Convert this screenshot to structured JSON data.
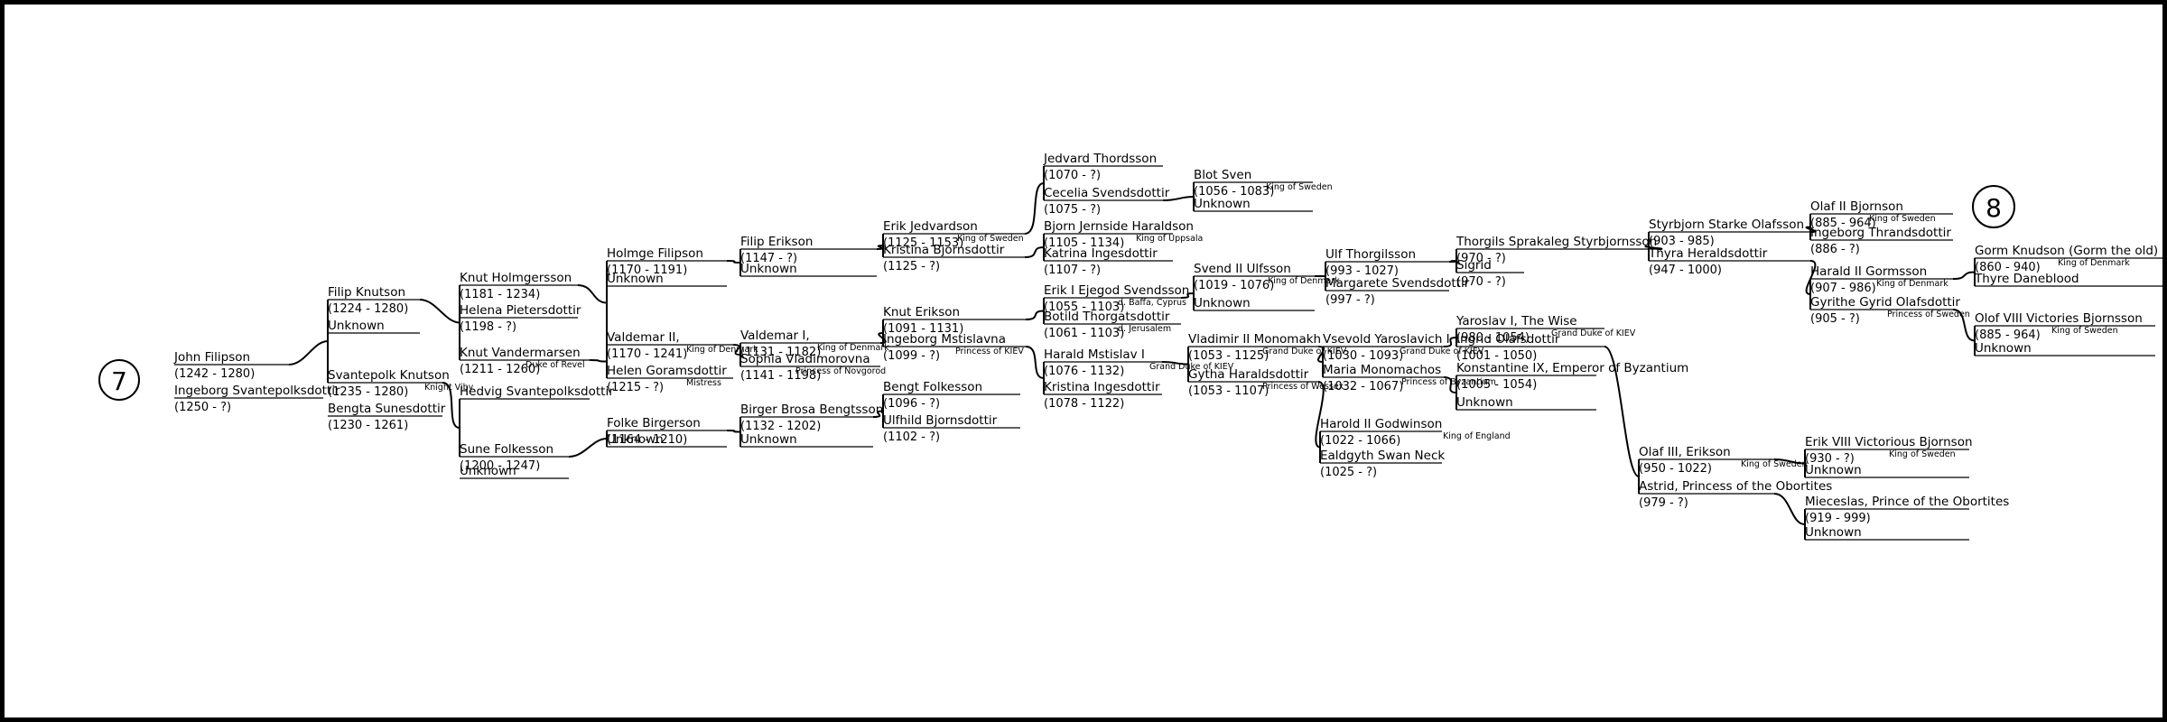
{
  "start_generation": "7",
  "continue_generation": "8",
  "people": [
    {
      "id": "p0",
      "name": "John Filipson",
      "dates": "(1242 - 1280)",
      "note": ""
    },
    {
      "id": "p1",
      "name": "Ingeborg Svantepolksdottir",
      "dates": "(1250 - ?)",
      "note": ""
    },
    {
      "id": "p2",
      "name": "Filip Knutson",
      "dates": "(1224 - 1280)",
      "note": ""
    },
    {
      "id": "p3",
      "name": "Unknown",
      "dates": "",
      "note": ""
    },
    {
      "id": "p4",
      "name": "Svantepolk Knutson",
      "dates": "(1235 - 1280)",
      "note": "Knight Viby"
    },
    {
      "id": "p5",
      "name": "Bengta Sunesdottir",
      "dates": "(1230 - 1261)",
      "note": ""
    },
    {
      "id": "p6",
      "name": "Knut Holmgersson",
      "dates": "(1181 - 1234)",
      "note": ""
    },
    {
      "id": "p7",
      "name": "Helena Pietersdottir",
      "dates": "(1198 - ?)",
      "note": ""
    },
    {
      "id": "p8",
      "name": "Knut Vandermarsen",
      "dates": "(1211 - 1260)",
      "note": "Duke of Revel"
    },
    {
      "id": "p9",
      "name": "Hedvig Svantepolksdottir",
      "dates": "",
      "note": ""
    },
    {
      "id": "p10",
      "name": "Sune Folkesson",
      "dates": "(1200 - 1247)",
      "note": ""
    },
    {
      "id": "p11",
      "name": "Unknown",
      "dates": "",
      "note": ""
    },
    {
      "id": "p12",
      "name": "Holmge Filipson",
      "dates": "(1170 - 1191)",
      "note": ""
    },
    {
      "id": "p13",
      "name": "Unknown",
      "dates": "",
      "note": ""
    },
    {
      "id": "p14",
      "name": "Valdemar II,",
      "dates": "(1170 - 1241)",
      "note": "King of Denmark"
    },
    {
      "id": "p15",
      "name": "Helen Goramsdottir",
      "dates": "(1215 - ?)",
      "note": "Mistress"
    },
    {
      "id": "p16",
      "name": "Folke Birgerson",
      "dates": "(1164 - 1210)",
      "note": ""
    },
    {
      "id": "p17",
      "name": "Unknown",
      "dates": "",
      "note": ""
    },
    {
      "id": "p18",
      "name": "Filip Erikson",
      "dates": "(1147 - ?)",
      "note": ""
    },
    {
      "id": "p19",
      "name": "Unknown",
      "dates": "",
      "note": ""
    },
    {
      "id": "p20",
      "name": "Valdemar I,",
      "dates": "(1131 - 1182)",
      "note": "King of Denmark"
    },
    {
      "id": "p21",
      "name": "Sophia Vladimorovna",
      "dates": "(1141 - 1198)",
      "note": "Princess of Novgorod"
    },
    {
      "id": "p22",
      "name": "Birger Brosa Bengtsson",
      "dates": "(1132 - 1202)",
      "note": ""
    },
    {
      "id": "p23",
      "name": "Unknown",
      "dates": "",
      "note": ""
    },
    {
      "id": "p24",
      "name": "Erik Jedvardson",
      "dates": "(1125 - 1153)",
      "note": "King of Sweden"
    },
    {
      "id": "p25",
      "name": "Kristina Bjornsdottir",
      "dates": "(1125 - ?)",
      "note": ""
    },
    {
      "id": "p26",
      "name": "Knut Erikson",
      "dates": "(1091 - 1131)",
      "note": ""
    },
    {
      "id": "p27",
      "name": "Ingeborg Mstislavna",
      "dates": "(1099 - ?)",
      "note": "Princess of KIEV"
    },
    {
      "id": "p28",
      "name": "Bengt Folkesson",
      "dates": "(1096 - ?)",
      "note": ""
    },
    {
      "id": "p29",
      "name": "Ulfhild Bjornsdottir",
      "dates": "(1102 - ?)",
      "note": ""
    },
    {
      "id": "p30",
      "name": "Jedvard Thordsson",
      "dates": "(1070 - ?)",
      "note": ""
    },
    {
      "id": "p31",
      "name": "Cecelia Svendsdottir",
      "dates": "(1075 - ?)",
      "note": ""
    },
    {
      "id": "p32",
      "name": "Bjorn Jernside Haraldson",
      "dates": "(1105 - 1134)",
      "note": "King of Uppsala"
    },
    {
      "id": "p33",
      "name": "Katrina Ingesdottir",
      "dates": "(1107 - ?)",
      "note": ""
    },
    {
      "id": "p34",
      "name": "Erik I Ejegod Svendsson",
      "dates": "(1055 - 1103)",
      "note": "d. Baffa, Cyprus"
    },
    {
      "id": "p35",
      "name": "Botild Thorgatsdottir",
      "dates": "(1061 - 1103)",
      "note": "d. Jerusalem"
    },
    {
      "id": "p36",
      "name": "Harald Mstislav I",
      "dates": "(1076 - 1132)",
      "note": "Grand Duke of KIEV"
    },
    {
      "id": "p37",
      "name": "Kristina Ingesdottir",
      "dates": "(1078 - 1122)",
      "note": ""
    },
    {
      "id": "p38",
      "name": "Blot Sven",
      "dates": "(1056 - 1083)",
      "note": "King of Sweden"
    },
    {
      "id": "p39",
      "name": "Unknown",
      "dates": "",
      "note": ""
    },
    {
      "id": "p40",
      "name": "Svend II Ulfsson",
      "dates": "(1019 - 1076)",
      "note": "King of Denmark"
    },
    {
      "id": "p41",
      "name": "Unknown",
      "dates": "",
      "note": ""
    },
    {
      "id": "p42",
      "name": "Vladimir II Monomakh",
      "dates": "(1053 - 1125)",
      "note": "Grand Duke of KIEV"
    },
    {
      "id": "p43",
      "name": "Gytha Haraldsdottir",
      "dates": "(1053 - 1107)",
      "note": "Princess of Wessex"
    },
    {
      "id": "p44",
      "name": "Ulf Thorgilsson",
      "dates": "(993 - 1027)",
      "note": ""
    },
    {
      "id": "p45",
      "name": "Margarete Svendsdottir",
      "dates": "(997 - ?)",
      "note": ""
    },
    {
      "id": "p46",
      "name": "Vsevold Yaroslavich I",
      "dates": "(1030 - 1093)",
      "note": "Grand Duke of KIEV"
    },
    {
      "id": "p47",
      "name": "Maria Monomachos",
      "dates": "(1032 - 1067)",
      "note": "Princess of Byzantium"
    },
    {
      "id": "p48",
      "name": "Harold II Godwinson",
      "dates": "(1022 - 1066)",
      "note": "King of England"
    },
    {
      "id": "p49",
      "name": "Ealdgyth Swan Neck",
      "dates": "(1025 - ?)",
      "note": ""
    },
    {
      "id": "p50",
      "name": "Thorgils Sprakaleg Styrbjornsson",
      "dates": "(970 - ?)",
      "note": ""
    },
    {
      "id": "p51",
      "name": "Sigrid",
      "dates": "(970 - ?)",
      "note": ""
    },
    {
      "id": "p52",
      "name": "Yaroslav I, The Wise",
      "dates": "(980 - 1054)",
      "note": "Grand Duke of KIEV"
    },
    {
      "id": "p53",
      "name": "Ingrid Olafsdottir",
      "dates": "(1001 - 1050)",
      "note": ""
    },
    {
      "id": "p54",
      "name": "Konstantine IX, Emperor of Byzantium",
      "dates": "(1005 - 1054)",
      "note": ""
    },
    {
      "id": "p55",
      "name": "Unknown",
      "dates": "",
      "note": ""
    },
    {
      "id": "p56",
      "name": "Styrbjorn Starke Olafsson",
      "dates": "(903 - 985)",
      "note": ""
    },
    {
      "id": "p57",
      "name": "Thyra Heraldsdottir",
      "dates": "(947 - 1000)",
      "note": ""
    },
    {
      "id": "p58",
      "name": "Olaf III, Erikson",
      "dates": "(950 - 1022)",
      "note": "King of Sweden"
    },
    {
      "id": "p59",
      "name": "Astrid, Princess of the Obortites",
      "dates": "(979 - ?)",
      "note": ""
    },
    {
      "id": "p60",
      "name": "Olaf II Bjornson",
      "dates": "(885 - 964)",
      "note": "King of Sweden"
    },
    {
      "id": "p61",
      "name": "Ingeborg Thrandsdottir",
      "dates": "(886 - ?)",
      "note": ""
    },
    {
      "id": "p62",
      "name": "Harald II Gormsson",
      "dates": "(907 - 986)",
      "note": "King of Denmark"
    },
    {
      "id": "p63",
      "name": "Gyrithe Gyrid Olafsdottir",
      "dates": "(905 - ?)",
      "note": "Princess of Sweden"
    },
    {
      "id": "p64",
      "name": "Erik VIII Victorious Bjornson",
      "dates": "(930 - ?)",
      "note": "King of Sweden"
    },
    {
      "id": "p65",
      "name": "Unknown",
      "dates": "",
      "note": ""
    },
    {
      "id": "p66",
      "name": "Mieceslas, Prince of the Obortites",
      "dates": "(919 - 999)",
      "note": ""
    },
    {
      "id": "p67",
      "name": "Unknown",
      "dates": "",
      "note": ""
    },
    {
      "id": "p68",
      "name": "Gorm Knudson (Gorm the old)",
      "dates": "(860 - 940)",
      "note": "King of Denmark"
    },
    {
      "id": "p69",
      "name": "Thyre Daneblood",
      "dates": "",
      "note": ""
    },
    {
      "id": "p70",
      "name": "Olof VIII Victories Bjornsson",
      "dates": "(885 - 964)",
      "note": "King of Sweden"
    },
    {
      "id": "p71",
      "name": "Unknown",
      "dates": "",
      "note": ""
    }
  ]
}
